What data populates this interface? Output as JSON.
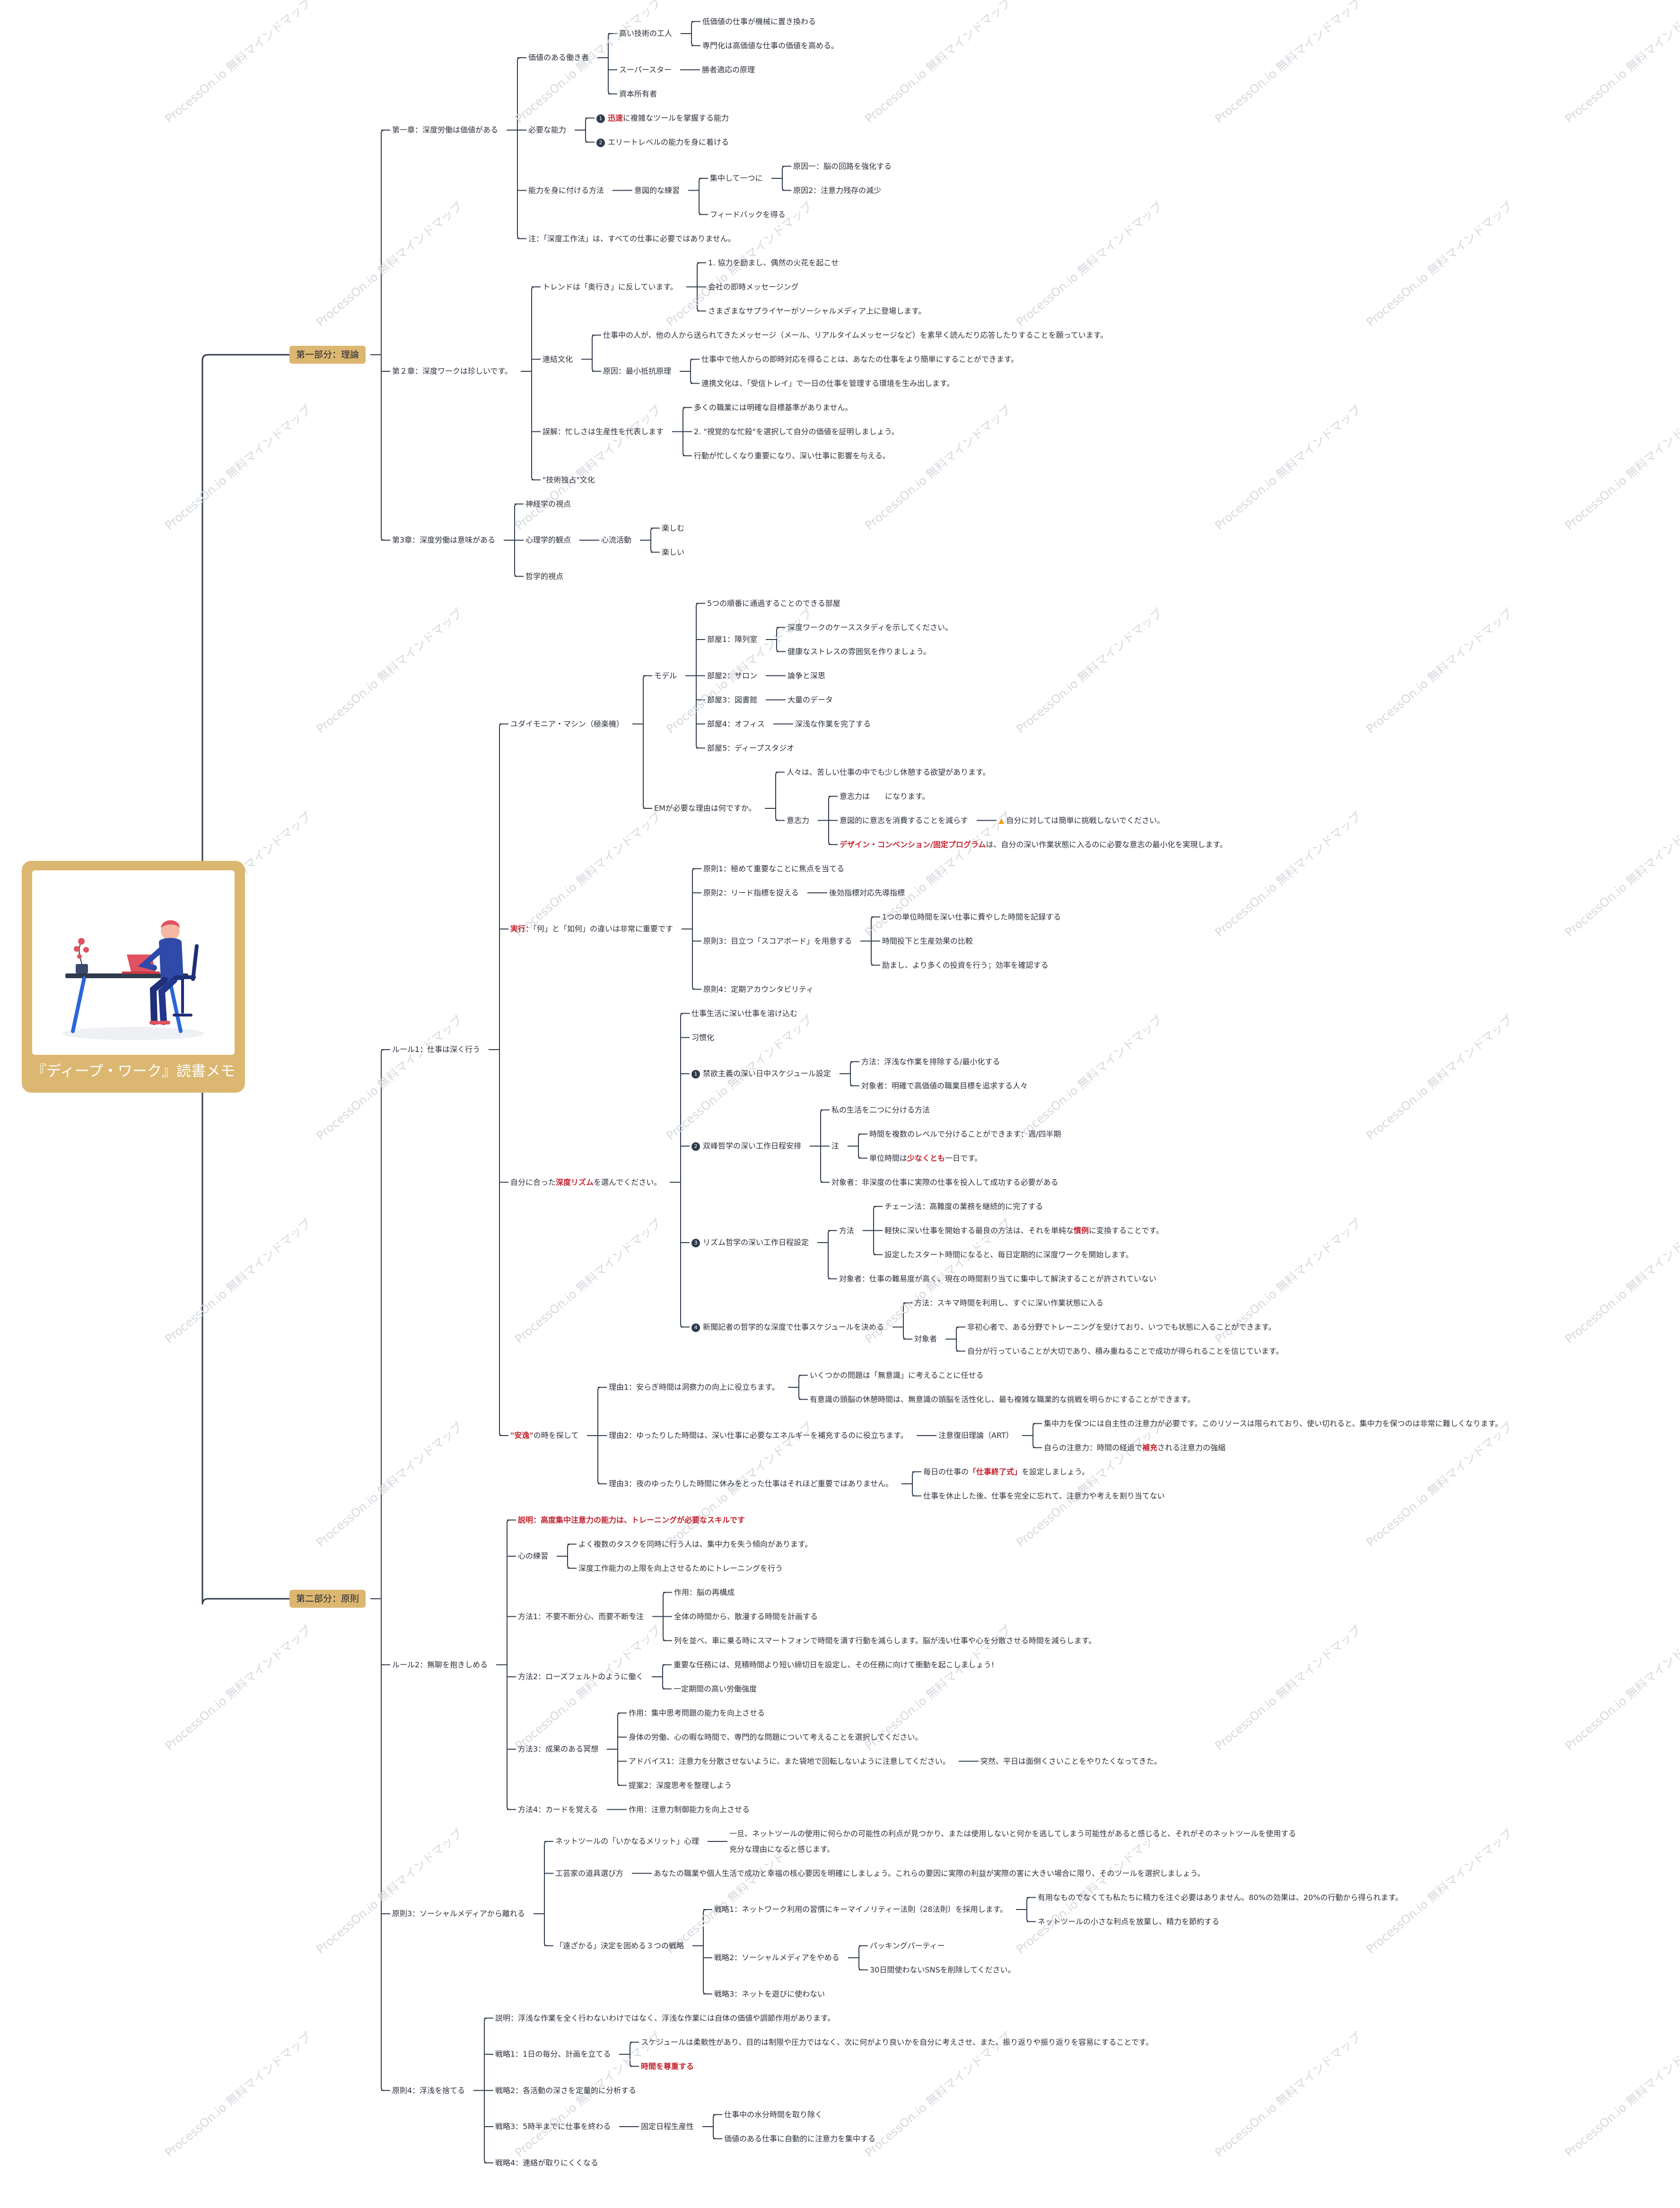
{
  "colors": {
    "line": "#2f3a4d",
    "branch": "#dcb771",
    "accent": "#c41f2c",
    "watermark": "#d6d9de"
  },
  "watermark": "ProcessOn.io 無料マインドマップ",
  "root": {
    "title": "『ディープ・ワーク』読書メモ",
    "illustration": "person-at-laptop-desk-illustration"
  },
  "tree": [
    {
      "text": "第一部分：理論",
      "children": [
        {
          "text": "第一章：深度労働は価値がある",
          "children": [
            {
              "text": "価値のある働き者",
              "children": [
                {
                  "text": "高い技術の工人",
                  "children": [
                    {
                      "text": "低価値の仕事が機械に置き換わる"
                    },
                    {
                      "text": "専門化は高価値な仕事の価値を高める。"
                    }
                  ]
                },
                {
                  "text": "スーパースター",
                  "children": [
                    {
                      "text": "勝者適応の原理"
                    }
                  ]
                },
                {
                  "text": "資本所有者"
                }
              ]
            },
            {
              "text": "必要な能力",
              "children": [
                {
                  "bullet": "1",
                  "parts": [
                    {
                      "t": "迅速",
                      "red": true
                    },
                    {
                      "t": "に複雑なツールを掌握する能力"
                    }
                  ]
                },
                {
                  "bullet": "2",
                  "text": "エリートレベルの能力を身に着ける"
                }
              ]
            },
            {
              "text": "能力を身に付ける方法",
              "children": [
                {
                  "text": "意図的な練習",
                  "children": [
                    {
                      "text": "集中して一つに",
                      "children": [
                        {
                          "text": "原因一：脳の回路を強化する"
                        },
                        {
                          "text": "原因2：注意力残存の減少"
                        }
                      ]
                    },
                    {
                      "text": "フィードバックを得る"
                    }
                  ]
                }
              ]
            },
            {
              "text": "注：「深度工作法」は、すべての仕事に必要ではありません。"
            }
          ]
        },
        {
          "text": "第２章：深度ワークは珍しいです。",
          "children": [
            {
              "text": "トレンドは「奥行き」に反しています。",
              "children": [
                {
                  "text": "1. 協力を励まし、偶然の火花を起こせ"
                },
                {
                  "text": "会社の即時メッセージング"
                },
                {
                  "text": "さまざまなサプライヤーがソーシャルメディア上に登場します。"
                }
              ]
            },
            {
              "text": "連結文化",
              "children": [
                {
                  "text": "仕事中の人が、他の人から送られてきたメッセージ（メール、リアルタイムメッセージなど）を素早く読んだり応答したりすることを願っています。"
                },
                {
                  "text": "原因：最小抵抗原理",
                  "children": [
                    {
                      "text": "仕事中で他人からの即時対応を得ることは、あなたの仕事をより簡単にすることができます。"
                    },
                    {
                      "text": "連携文化は、「受信トレイ」で一日の仕事を管理する環境を生み出します。"
                    }
                  ]
                }
              ]
            },
            {
              "text": "誤解：忙しさは生産性を代表します",
              "children": [
                {
                  "text": "多くの職業には明確な目標基準がありません。"
                },
                {
                  "text": "2. \"視覚的な忙殺\"を選択して自分の価値を証明しましょう。"
                },
                {
                  "text": "行動が忙しくなり重要になり、深い仕事に影響を与える。"
                }
              ]
            },
            {
              "text": "\"技術独占\"文化"
            }
          ]
        },
        {
          "text": "第3章：深度労働は意味がある",
          "children": [
            {
              "text": "神経学の視点"
            },
            {
              "text": "心理学的観点",
              "children": [
                {
                  "text": "心流活動",
                  "children": [
                    {
                      "text": "楽しむ"
                    },
                    {
                      "text": "楽しい"
                    }
                  ]
                }
              ]
            },
            {
              "text": "哲学的視点"
            }
          ]
        }
      ]
    },
    {
      "text": "第二部分：原則",
      "children": [
        {
          "text": "ルール1：仕事は深く行う",
          "children": [
            {
              "text": "ユダイモニア・マシン（極楽機）",
              "children": [
                {
                  "text": "モデル",
                  "children": [
                    {
                      "text": "5つの順番に通過することのできる部屋"
                    },
                    {
                      "text": "部屋1：障列室",
                      "children": [
                        {
                          "text": "深度ワークのケーススタディを示してください。"
                        },
                        {
                          "text": "健康なストレスの雰囲気を作りましょう。"
                        }
                      ]
                    },
                    {
                      "text": "部屋2：サロン",
                      "children": [
                        {
                          "text": "論争と深思"
                        }
                      ]
                    },
                    {
                      "text": "部屋3：図書館",
                      "children": [
                        {
                          "text": "大量のデータ"
                        }
                      ]
                    },
                    {
                      "text": "部屋4：オフィス",
                      "children": [
                        {
                          "text": "深浅な作業を完了する"
                        }
                      ]
                    },
                    {
                      "text": "部屋5：ディープスタジオ"
                    }
                  ]
                },
                {
                  "text": "EMが必要な理由は何ですか。",
                  "children": [
                    {
                      "text": "人々は、苦しい仕事の中でも少し休憩する欲望があります。"
                    },
                    {
                      "text": "意志力",
                      "children": [
                        {
                          "text": "意志力は　　になります。"
                        },
                        {
                          "text": "意図的に意志を消費することを減らす",
                          "children": [
                            {
                              "warn": true,
                              "text": "自分に対しては簡単に挑戦しないでください。"
                            }
                          ]
                        },
                        {
                          "parts": [
                            {
                              "t": "デザイン・コンベンション/固定プログラム",
                              "red": true
                            },
                            {
                              "t": "は、自分の深い作業状態に入るのに必要な意志の最小化を実現します。"
                            }
                          ]
                        }
                      ]
                    }
                  ]
                }
              ]
            },
            {
              "parts": [
                {
                  "t": "実行",
                  "red": true
                },
                {
                  "t": "：「何」と「如何」の違いは非常に重要です"
                }
              ],
              "children": [
                {
                  "text": "原則1：極めて重要なことに焦点を当てる"
                },
                {
                  "text": "原則2：リード指標を捉える",
                  "children": [
                    {
                      "text": "後効指標対応先導指標"
                    }
                  ]
                },
                {
                  "text": "原則3：目立つ「スコアボード」を用意する",
                  "children": [
                    {
                      "text": "1つの単位時間を深い仕事に費やした時間を記録する"
                    },
                    {
                      "text": "時間投下と生産効果の比較"
                    },
                    {
                      "text": "励まし、より多くの投資を行う；効率を確認する"
                    }
                  ]
                },
                {
                  "text": "原則4：定期アカウンタビリティ"
                }
              ]
            },
            {
              "parts": [
                {
                  "t": "自分に合った"
                },
                {
                  "t": "深度リズム",
                  "red": true
                },
                {
                  "t": "を選んでください。"
                }
              ],
              "children": [
                {
                  "text": "仕事生活に深い仕事を溶け込む"
                },
                {
                  "text": "习惯化"
                },
                {
                  "bullet": "1",
                  "text": "禁欲主義の深い日中スケジュール設定",
                  "children": [
                    {
                      "text": "方法：浮浅な作業を排除する/最小化する"
                    },
                    {
                      "text": "対象者：明確で高価値の職業目標を追求する人々"
                    }
                  ]
                },
                {
                  "bullet": "2",
                  "text": "双峰哲学の深い工作日程安排",
                  "children": [
                    {
                      "text": "私の生活を二つに分ける方法"
                    },
                    {
                      "text": "注",
                      "children": [
                        {
                          "text": "時間を複数のレベルで分けることができます：週/四半期"
                        },
                        {
                          "parts": [
                            {
                              "t": "単位時間は"
                            },
                            {
                              "t": "少なくとも",
                              "red": true
                            },
                            {
                              "t": "一日です。"
                            }
                          ]
                        }
                      ]
                    },
                    {
                      "text": "対象者：非深度の仕事に実際の仕事を投入して成功する必要がある"
                    }
                  ]
                },
                {
                  "bullet": "3",
                  "text": "リズム哲学の深い工作日程設定",
                  "children": [
                    {
                      "text": "方法",
                      "children": [
                        {
                          "text": "チェーン法：高難度の業務を継続的に完了する"
                        },
                        {
                          "parts": [
                            {
                              "t": "軽快に深い仕事を開始する最良の方法は、それを単純な"
                            },
                            {
                              "t": "慣例",
                              "red": true
                            },
                            {
                              "t": "に変換することです。"
                            }
                          ]
                        },
                        {
                          "text": "設定したスタート時間になると、毎日定期的に深度ワークを開始します。"
                        }
                      ]
                    },
                    {
                      "text": "対象者：仕事の難易度が高く、現在の時間割り当てに集中して解決することが許されていない"
                    }
                  ]
                },
                {
                  "bullet": "4",
                  "text": "新聞記者の哲学的な深度で仕事スケジュールを決める",
                  "children": [
                    {
                      "text": "方法：スキマ時間を利用し、すぐに深い作業状態に入る"
                    },
                    {
                      "text": "対象者",
                      "children": [
                        {
                          "text": "非初心者で、ある分野でトレーニングを受けており、いつでも状態に入ることができます。"
                        },
                        {
                          "text": "自分が行っていることが大切であり、積み重ねることで成功が得られることを信じています。"
                        }
                      ]
                    }
                  ]
                }
              ]
            },
            {
              "parts": [
                {
                  "t": "\"安逸\"",
                  "red": true
                },
                {
                  "t": "の時を探して"
                }
              ],
              "children": [
                {
                  "text": "理由1：安らぎ時間は洞察力の向上に役立ちます。",
                  "children": [
                    {
                      "text": "いくつかの問題は「無意識」に考えることに任せる"
                    },
                    {
                      "text": "有意識の頭脳の休憩時間は、無意識の頭脳を活性化し、最も複雑な職業的な挑戦を明らかにすることができます。"
                    }
                  ]
                },
                {
                  "text": "理由2：ゆったりした時間は、深い仕事に必要なエネルギーを補充するのに役立ちます。",
                  "children": [
                    {
                      "text": "注意復旧理論（ART）",
                      "children": [
                        {
                          "text": "集中力を保つには自主性の注意力が必要です。このリソースは限られており、使い切れると、集中力を保つのは非常に難しくなります。"
                        },
                        {
                          "parts": [
                            {
                              "t": "自らの注意力：時間の経過で"
                            },
                            {
                              "t": "補充",
                              "red": true
                            },
                            {
                              "t": "される注意力の強縮"
                            }
                          ]
                        }
                      ]
                    }
                  ]
                },
                {
                  "text": "理由3：夜のゆったりした時間に休みをとった仕事はそれほど重要ではありません。",
                  "children": [
                    {
                      "parts": [
                        {
                          "t": "毎日の仕事の"
                        },
                        {
                          "t": "「仕事終了式」",
                          "red": true
                        },
                        {
                          "t": "を設定しましょう。"
                        }
                      ]
                    },
                    {
                      "text": "仕事を休止した後、仕事を完全に忘れて、注意力や考えを割り当てない"
                    }
                  ]
                }
              ]
            }
          ]
        },
        {
          "text": "ルール2：無聊を抱きしめる",
          "children": [
            {
              "parts": [
                {
                  "t": "説明：高度集中注意力の能力は、トレーニングが必要なスキルです",
                  "red": true
                }
              ]
            },
            {
              "text": "心の練習",
              "children": [
                {
                  "text": "よく複数のタスクを同時に行う人は、集中力を失う傾向があります。"
                },
                {
                  "text": "深度工作能力の上限を向上させるためにトレーニングを行う"
                }
              ]
            },
            {
              "text": "方法1：不要不断分心、而要不断专注",
              "children": [
                {
                  "text": "作用：脳の再構成"
                },
                {
                  "text": "全体の時間から、散漫する時間を計画する"
                },
                {
                  "text": "列を並べ、車に乗る時にスマートフォンで時間を潰す行動を減らします。脳が浅い仕事や心を分散させる時間を減らします。"
                }
              ]
            },
            {
              "text": "方法2：ローズフェルトのように働く",
              "children": [
                {
                  "text": "重要な任務には、見積時間より短い締切日を設定し、その任務に向けて衝動を起こしましょう!"
                },
                {
                  "text": "一定期間の高い労働強度"
                }
              ]
            },
            {
              "text": "方法3：成果のある冥想",
              "children": [
                {
                  "text": "作用：集中思考問題の能力を向上させる"
                },
                {
                  "text": "身体の労働、心の暇な時間で、専門的な問題について考えることを選択してください。"
                },
                {
                  "text": "アドバイス1：注意力を分散させないように、また袋地で回転しないように注意してください。",
                  "children": [
                    {
                      "text": "突然、平日は面倒くさいことをやりたくなってきた。"
                    }
                  ]
                },
                {
                  "text": "提案2：深度思考を整理しよう"
                }
              ]
            },
            {
              "text": "方法4：カードを覚える",
              "children": [
                {
                  "text": "作用：注意力制御能力を向上させる"
                }
              ]
            }
          ]
        },
        {
          "text": "原則3：ソーシャルメディアから離れる",
          "children": [
            {
              "text": "ネットツールの「いかなるメリット」心理",
              "children": [
                {
                  "lines": [
                    "一旦、ネットツールの使用に何らかの可能性の利点が見つかり、または使用しないと何かを逃してしまう可能性があると感じると、それがそのネットツールを使用する",
                    "充分な理由になると感じます。"
                  ]
                }
              ]
            },
            {
              "text": "工芸家の道具選び方",
              "children": [
                {
                  "text": "あなたの職業や個人生活で成功と幸福の核心要因を明確にしましょう。これらの要因に実際の利益が実際の害に大きい場合に限り、そのツールを選択しましょう。"
                }
              ]
            },
            {
              "text": "「遠ざかる」決定を固める３つの戦略",
              "children": [
                {
                  "text": "戦略1：ネットワーク利用の習慣にキーマイノリティー法則（28法則）を採用します。",
                  "children": [
                    {
                      "text": "有用なものでなくても私たちに精力を注ぐ必要はありません。80%の効果は、20%の行動から得られます。"
                    },
                    {
                      "text": "ネットツールの小さな利点を放棄し、精力を節約する"
                    }
                  ]
                },
                {
                  "text": "戦略2：ソーシャルメディアをやめる",
                  "children": [
                    {
                      "text": "パッキングパーティー"
                    },
                    {
                      "text": "30日間使わないSNSを削除してください。"
                    }
                  ]
                },
                {
                  "text": "戦略3：ネットを遊びに使わない"
                }
              ]
            }
          ]
        },
        {
          "text": "原則4：浮浅を捨てる",
          "children": [
            {
              "text": "説明：浮浅な作業を全く行わないわけではなく、浮浅な作業には自体の価値や調節作用があります。"
            },
            {
              "text": "戦略1：1日の毎分、計画を立てる",
              "children": [
                {
                  "text": "スケジュールは柔軟性があり、目的は制限や圧力ではなく、次に何がより良いかを自分に考えさせ、また、振り返りや振り返りを容易にすることです。"
                },
                {
                  "parts": [
                    {
                      "t": "時間を尊重する",
                      "red": true
                    }
                  ]
                }
              ]
            },
            {
              "text": "戦略2：各活動の深さを定量的に分析する"
            },
            {
              "text": "戦略3：5時半までに仕事を終わる",
              "children": [
                {
                  "text": "固定日程生産性",
                  "children": [
                    {
                      "text": "仕事中の水分時間を取り除く"
                    },
                    {
                      "text": "価値のある仕事に自動的に注意力を集中する"
                    }
                  ]
                }
              ]
            },
            {
              "text": "戦略4：連絡が取りにくくなる"
            }
          ]
        }
      ]
    }
  ]
}
